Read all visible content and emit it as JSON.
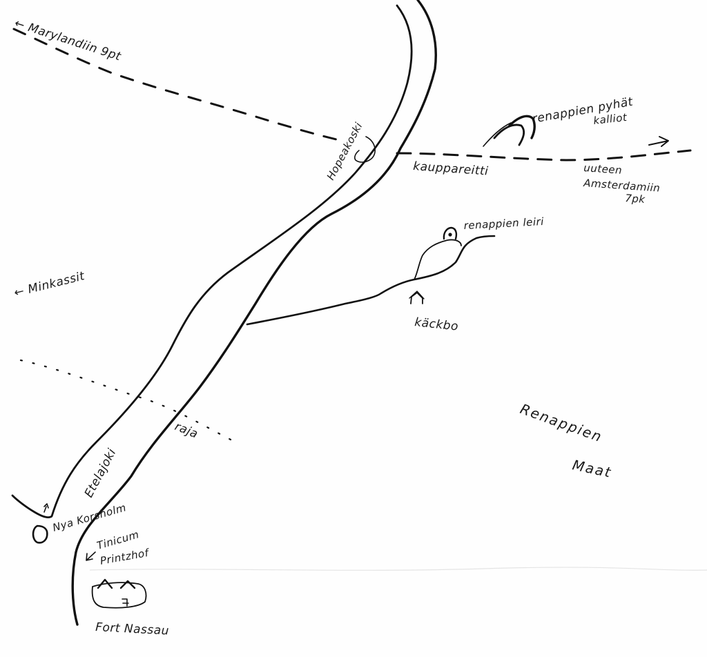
{
  "map": {
    "labels": {
      "maryland": "← Marylandiin 9pt",
      "minkassit": "← Minkassit",
      "hopeakoski": "Hopeakoski",
      "kauppareitti": "kauppareitti",
      "pyhat_line1": "renappien pyhät",
      "pyhat_line2": "kalliot",
      "amsterdam_line1": "uuteen",
      "amsterdam_line2": "Amsterdamiin",
      "amsterdam_line3": "7pk",
      "leiri": "renappien leiri",
      "kackbo": "käckbo",
      "raja": "raja",
      "etelajoki": "Etelajoki",
      "nya_korsholm": "Nya Korsholm",
      "tinicum_line1": "Tinicum",
      "tinicum_line2": "Printzhof",
      "fort_nassau": "Fort Nassau",
      "renappien_maat_line1": "Renappien",
      "renappien_maat_line2": "Maat"
    },
    "icons": {
      "camp": "tent-icon",
      "house": "house-icon",
      "mountains": "mountain-icon",
      "fort": "fort-icon",
      "korsholm": "settlement-icon"
    },
    "colors": {
      "ink": "#111111",
      "paper": "#fefefe"
    }
  }
}
